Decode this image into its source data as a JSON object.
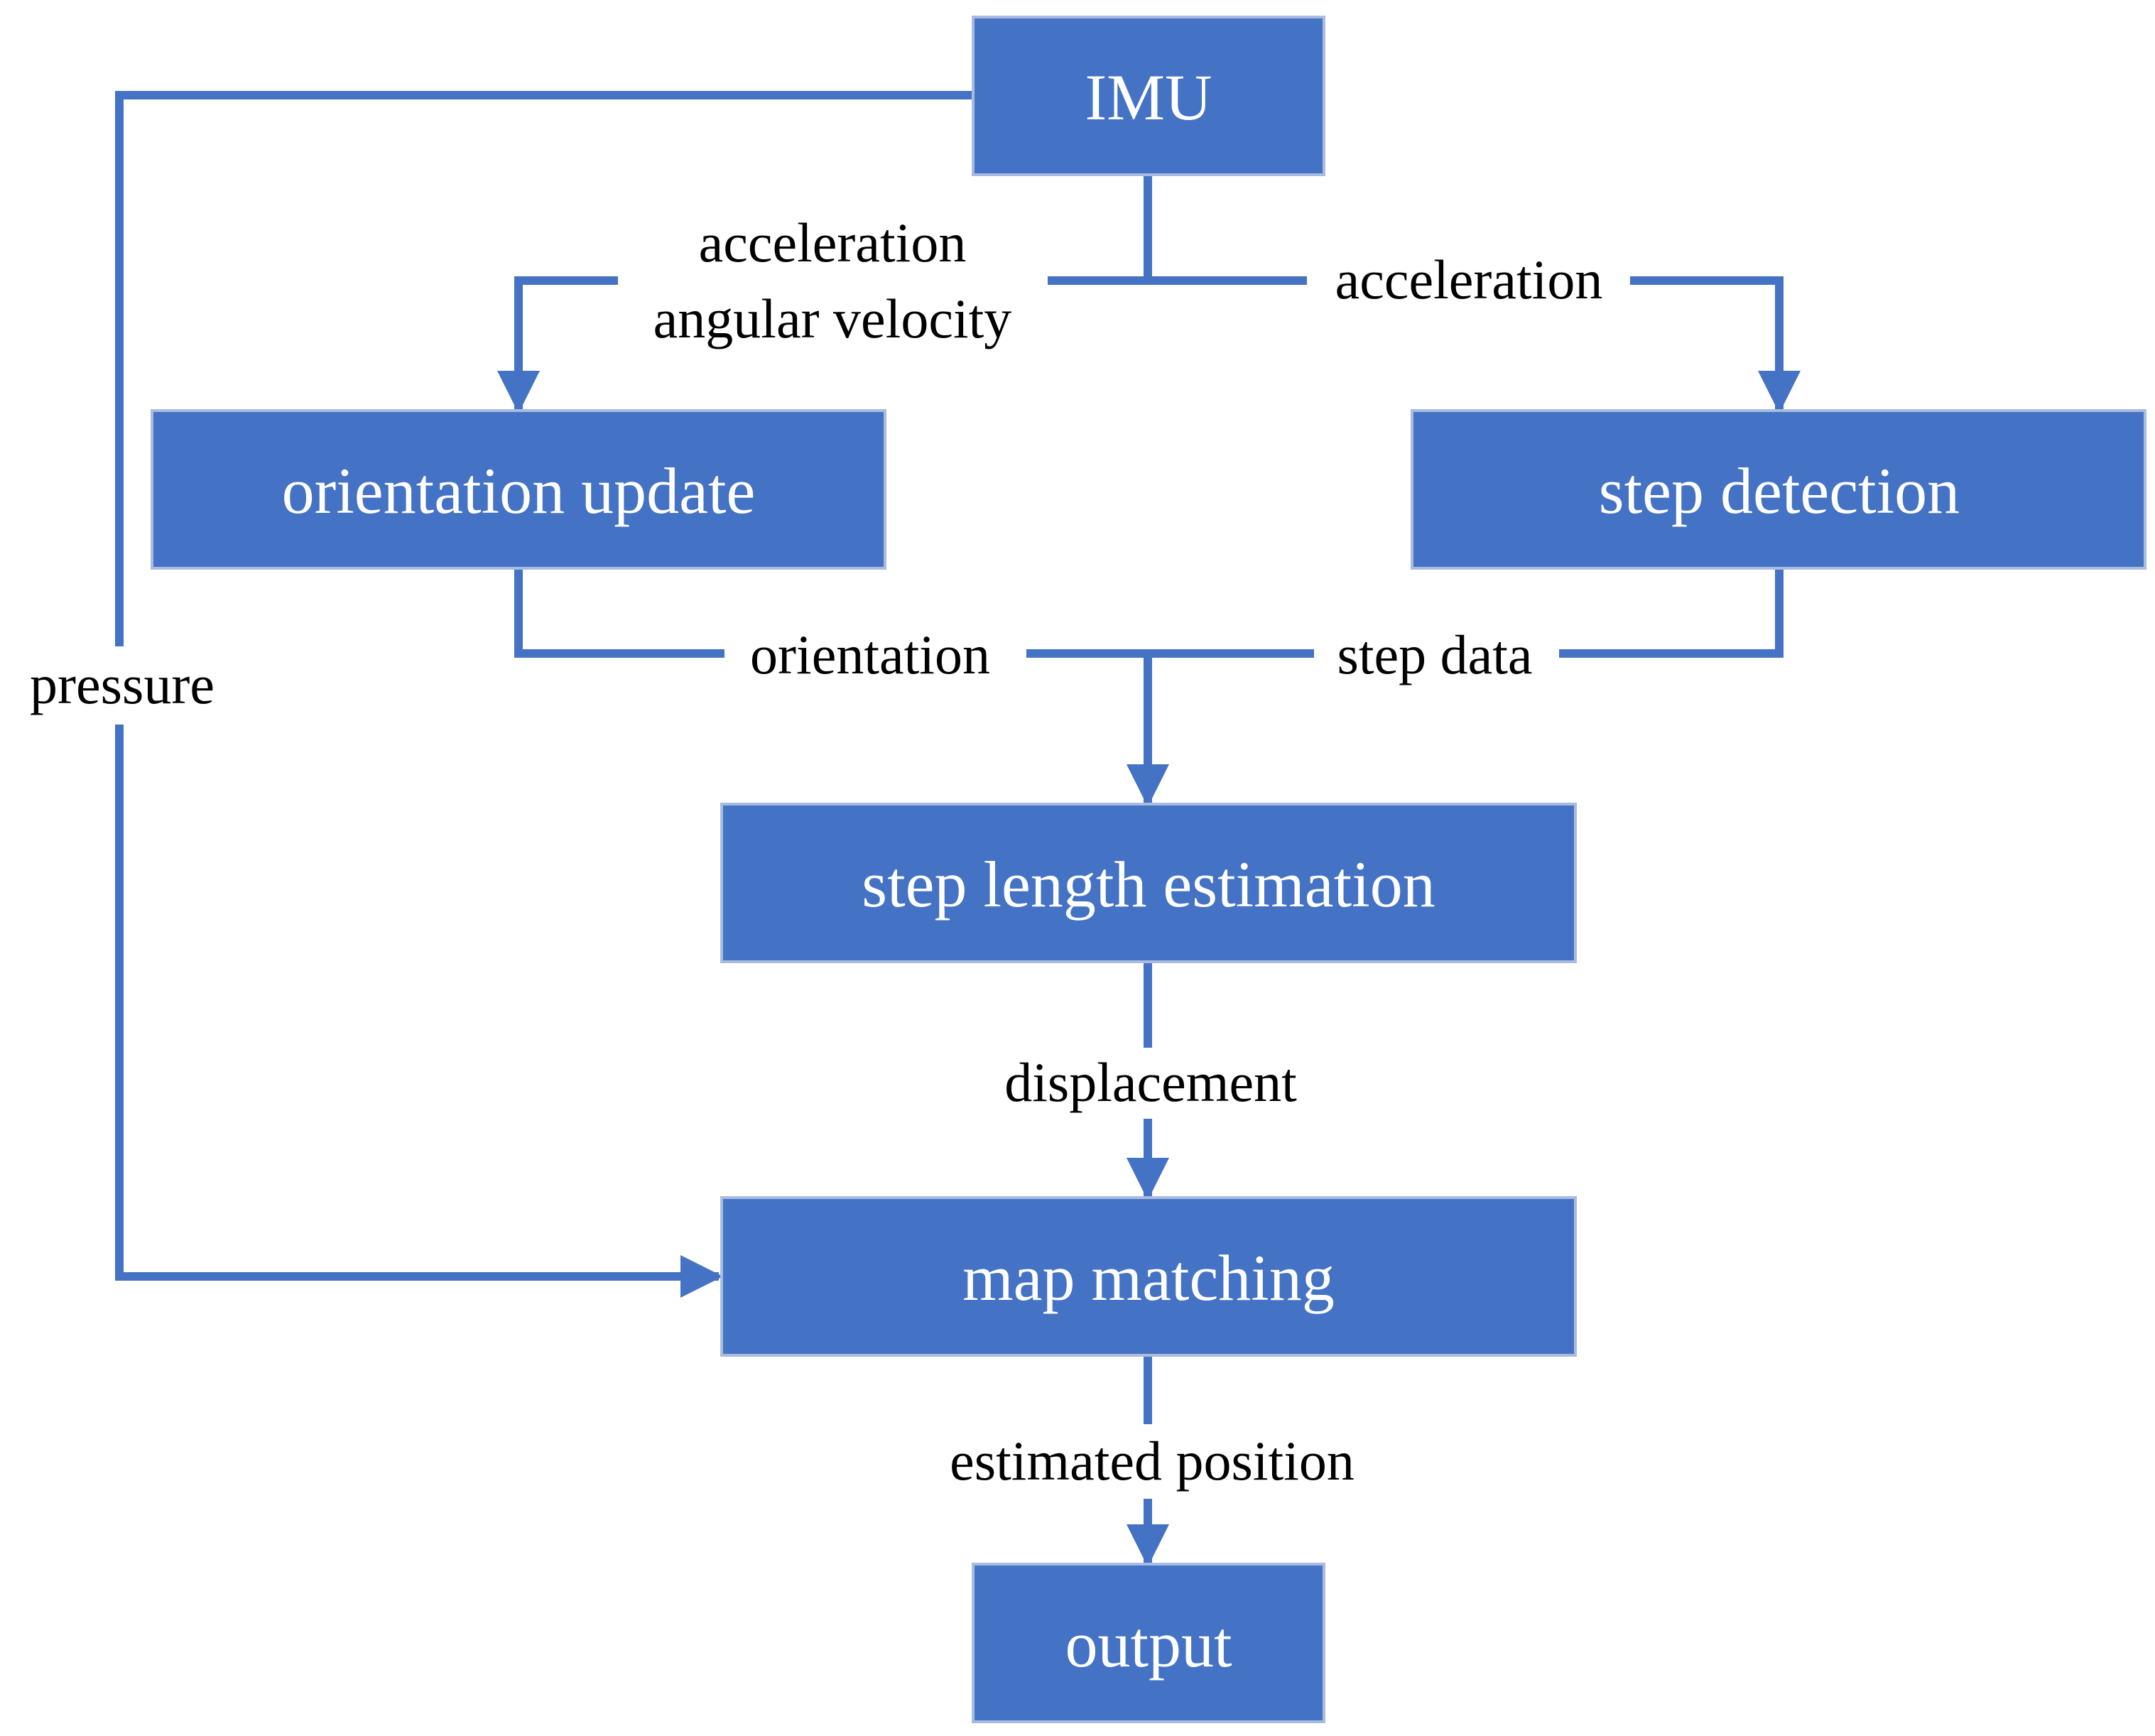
{
  "colors": {
    "box_fill": "#4472C4",
    "box_stroke": "#A9BCE0",
    "line": "#4472C4",
    "label_text": "#000000",
    "box_text": "#FFFFFF"
  },
  "nodes": {
    "imu": "IMU",
    "orientation_update": "orientation update",
    "step_detection": "step detection",
    "step_length_estimation": "step length estimation",
    "map_matching": "map matching",
    "output": "output"
  },
  "edges": {
    "imu_to_orientation_line1": "acceleration",
    "imu_to_orientation_line2": "angular velocity",
    "imu_to_step_detection": "acceleration",
    "orientation_to_step_length": "orientation",
    "step_detection_to_step_length": "step data",
    "imu_to_map_matching": "pressure",
    "step_length_to_map_matching": "displacement",
    "map_matching_to_output": "estimated position"
  }
}
